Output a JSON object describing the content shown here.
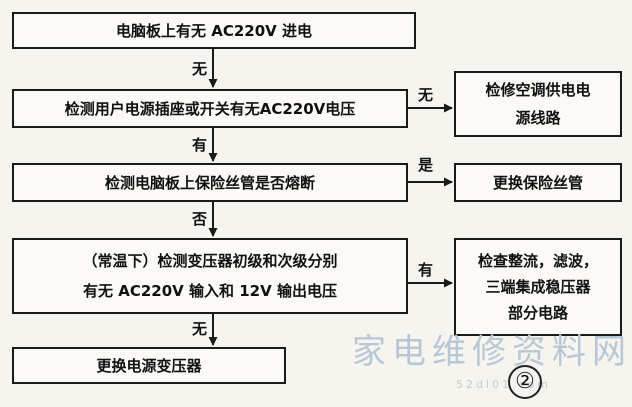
{
  "steps": {
    "s1": "电脑板上有无 AC220V 进电",
    "s2": "检测用户电源插座或开关有无AC220V电压",
    "s3": "检测电脑板上保险丝管是否熔断",
    "s4_line1": "（常温下）检测变压器初级和次级分别",
    "s4_line2": "有无 AC220V 输入和 12V 输出电压",
    "s5": "更换电源变压器"
  },
  "actions": {
    "a1_line1": "检修空调供电电",
    "a1_line2": "源线路",
    "a2": "更换保险丝管",
    "a3_line1": "检查整流，滤波，",
    "a3_line2": "三端集成稳压器",
    "a3_line3": "部分电路"
  },
  "edges": {
    "s1_s2": "无",
    "s2_a1": "无",
    "s2_s3": "有",
    "s3_a2": "是",
    "s3_s4": "否",
    "s4_a3": "有",
    "s4_s5": "无"
  },
  "figure_marker": "②",
  "watermark": {
    "text": "家电维修资料网",
    "url": "52dl01.com"
  }
}
